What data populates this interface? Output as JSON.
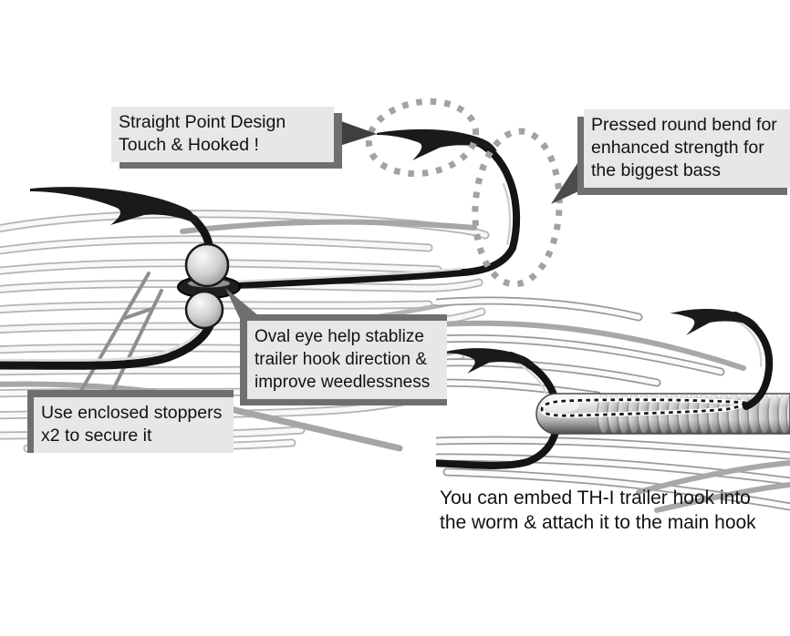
{
  "figure": {
    "callouts": {
      "straight_point": {
        "line1": "Straight Point Design",
        "line2": "Touch & Hooked !"
      },
      "pressed_bend": {
        "line1": "Pressed round bend for",
        "line2": "enhanced strength for",
        "line3": "the biggest bass"
      },
      "oval_eye": {
        "line1": "Oval eye help stablize",
        "line2": "trailer hook direction &",
        "line3": "improve weedlessness"
      },
      "stoppers": {
        "line1": "Use enclosed stoppers",
        "line2": "x2 to secure it"
      }
    },
    "caption": {
      "line1": "You can embed TH-I trailer hook into",
      "line2": "the worm & attach it to the main hook"
    },
    "colors": {
      "background": "#ffffff",
      "callout_fill": "#e7e7e7",
      "callout_shadow": "#6f6f6f",
      "text": "#121212",
      "dotted_highlight": "#a2a2a2",
      "hook": "#141414",
      "strand_outline": "#b3b3b3",
      "worm_dark": "#808080"
    }
  }
}
